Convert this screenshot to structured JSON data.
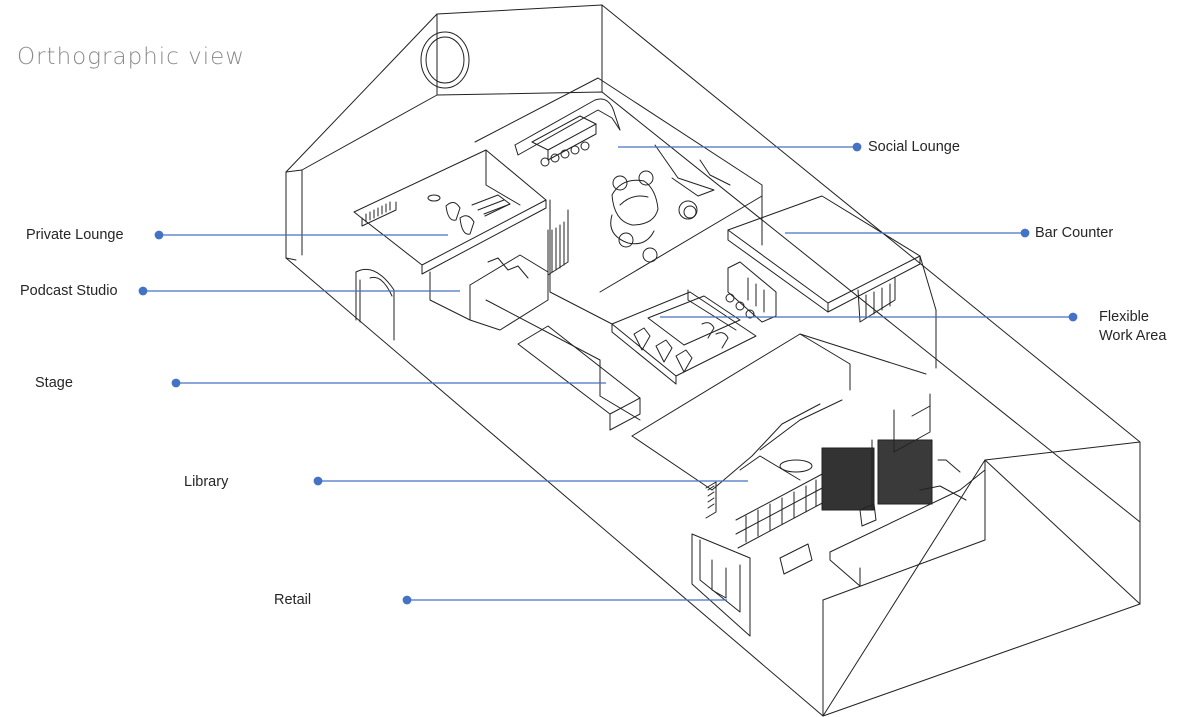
{
  "title": "Orthographic view",
  "colors": {
    "leader": "#4472c4",
    "linework": "#222222",
    "title": "#8a8a8a"
  },
  "labels": {
    "social_lounge": "Social Lounge",
    "private_lounge": "Private Lounge",
    "bar_counter": "Bar Counter",
    "podcast_studio": "Podcast Studio",
    "flexible_work_area": "Flexible Work Area",
    "stage": "Stage",
    "library": "Library",
    "retail": "Retail"
  }
}
